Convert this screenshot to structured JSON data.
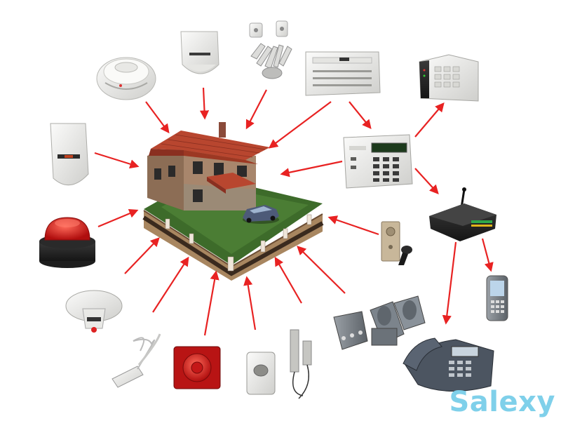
{
  "watermark": "Salexy",
  "colors": {
    "arrow": "#e82222",
    "roof": "#b8462f",
    "wall": "#9a7a62",
    "grass": "#3d6b2a",
    "device_white": "#f1f1ef",
    "device_dark": "#2b2b2b",
    "siren_red": "#d21818",
    "watermark": "#7fd0ea"
  },
  "hub": {
    "name": "house-with-yard",
    "icon": "house-icon"
  },
  "devices": [
    {
      "id": "smoke-detector-top",
      "icon": "smoke-detector-icon"
    },
    {
      "id": "motion-sensor-top",
      "icon": "motion-sensor-icon"
    },
    {
      "id": "key-fobs",
      "icon": "key-fob-icon"
    },
    {
      "id": "control-panel",
      "icon": "control-panel-icon"
    },
    {
      "id": "wall-keypad",
      "icon": "wall-keypad-icon"
    },
    {
      "id": "lcd-keypad",
      "icon": "lcd-keypad-icon"
    },
    {
      "id": "gsm-module",
      "icon": "gsm-module-icon"
    },
    {
      "id": "mobile-phone",
      "icon": "mobile-phone-icon"
    },
    {
      "id": "desk-telephone",
      "icon": "telephone-icon"
    },
    {
      "id": "touch-memory-reader",
      "icon": "ibutton-reader-icon"
    },
    {
      "id": "beam-detectors",
      "icon": "beam-detector-icon"
    },
    {
      "id": "magnetic-contact",
      "icon": "door-contact-icon"
    },
    {
      "id": "panic-button",
      "icon": "panic-button-icon"
    },
    {
      "id": "sounder",
      "icon": "sounder-icon"
    },
    {
      "id": "glass-break-sensor",
      "icon": "glass-break-icon"
    },
    {
      "id": "ceiling-smoke-detector",
      "icon": "heat-detector-icon"
    },
    {
      "id": "strobe-siren",
      "icon": "strobe-siren-icon"
    },
    {
      "id": "motion-sensor-left",
      "icon": "motion-sensor-icon"
    }
  ]
}
